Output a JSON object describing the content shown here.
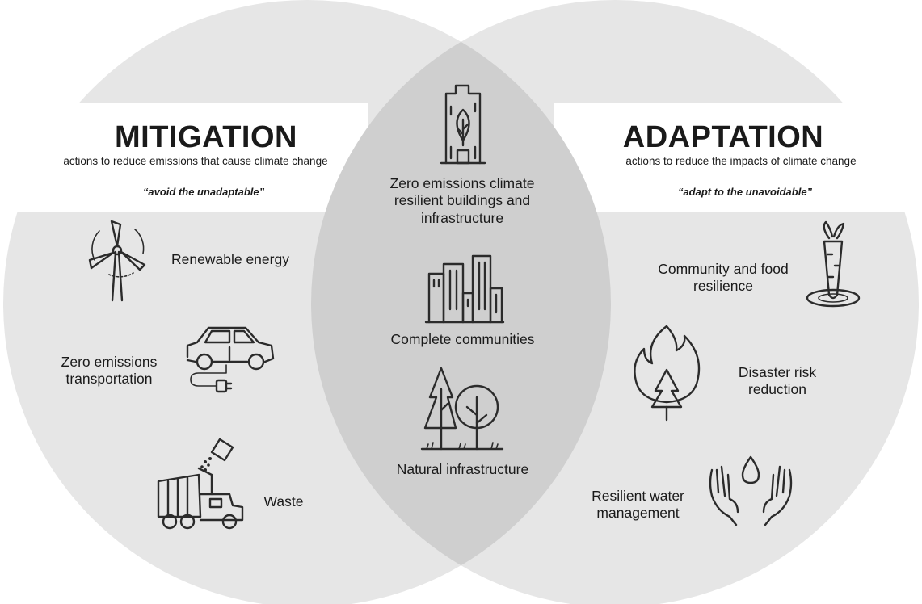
{
  "colors": {
    "circle_fill": "#e6e6e6",
    "overlap_fill": "#cfcfcf",
    "white_band": "#ffffff",
    "icon_stroke": "#2b2b2b"
  },
  "mitigation": {
    "title": "MITIGATION",
    "subtitle": "actions to reduce emissions that cause climate change",
    "quote": "“avoid the unadaptable”",
    "items": [
      {
        "label": "Renewable energy",
        "icon": "wind-turbine-icon"
      },
      {
        "label": "Zero emissions transportation",
        "icon": "electric-car-icon"
      },
      {
        "label": "Waste",
        "icon": "garbage-truck-icon"
      }
    ]
  },
  "adaptation": {
    "title": "ADAPTATION",
    "subtitle": "actions to reduce the impacts of climate change",
    "quote": "“adapt to the unavoidable”",
    "items": [
      {
        "label": "Community and food resilience",
        "icon": "carrot-icon"
      },
      {
        "label": "Disaster risk reduction",
        "icon": "wildfire-tree-icon"
      },
      {
        "label": "Resilient water management",
        "icon": "hands-water-drop-icon"
      }
    ]
  },
  "shared": {
    "items": [
      {
        "label": "Zero emissions climate resilient buildings and infrastructure",
        "icon": "green-building-icon"
      },
      {
        "label": "Complete communities",
        "icon": "city-buildings-icon"
      },
      {
        "label": "Natural infrastructure",
        "icon": "trees-icon"
      }
    ]
  }
}
